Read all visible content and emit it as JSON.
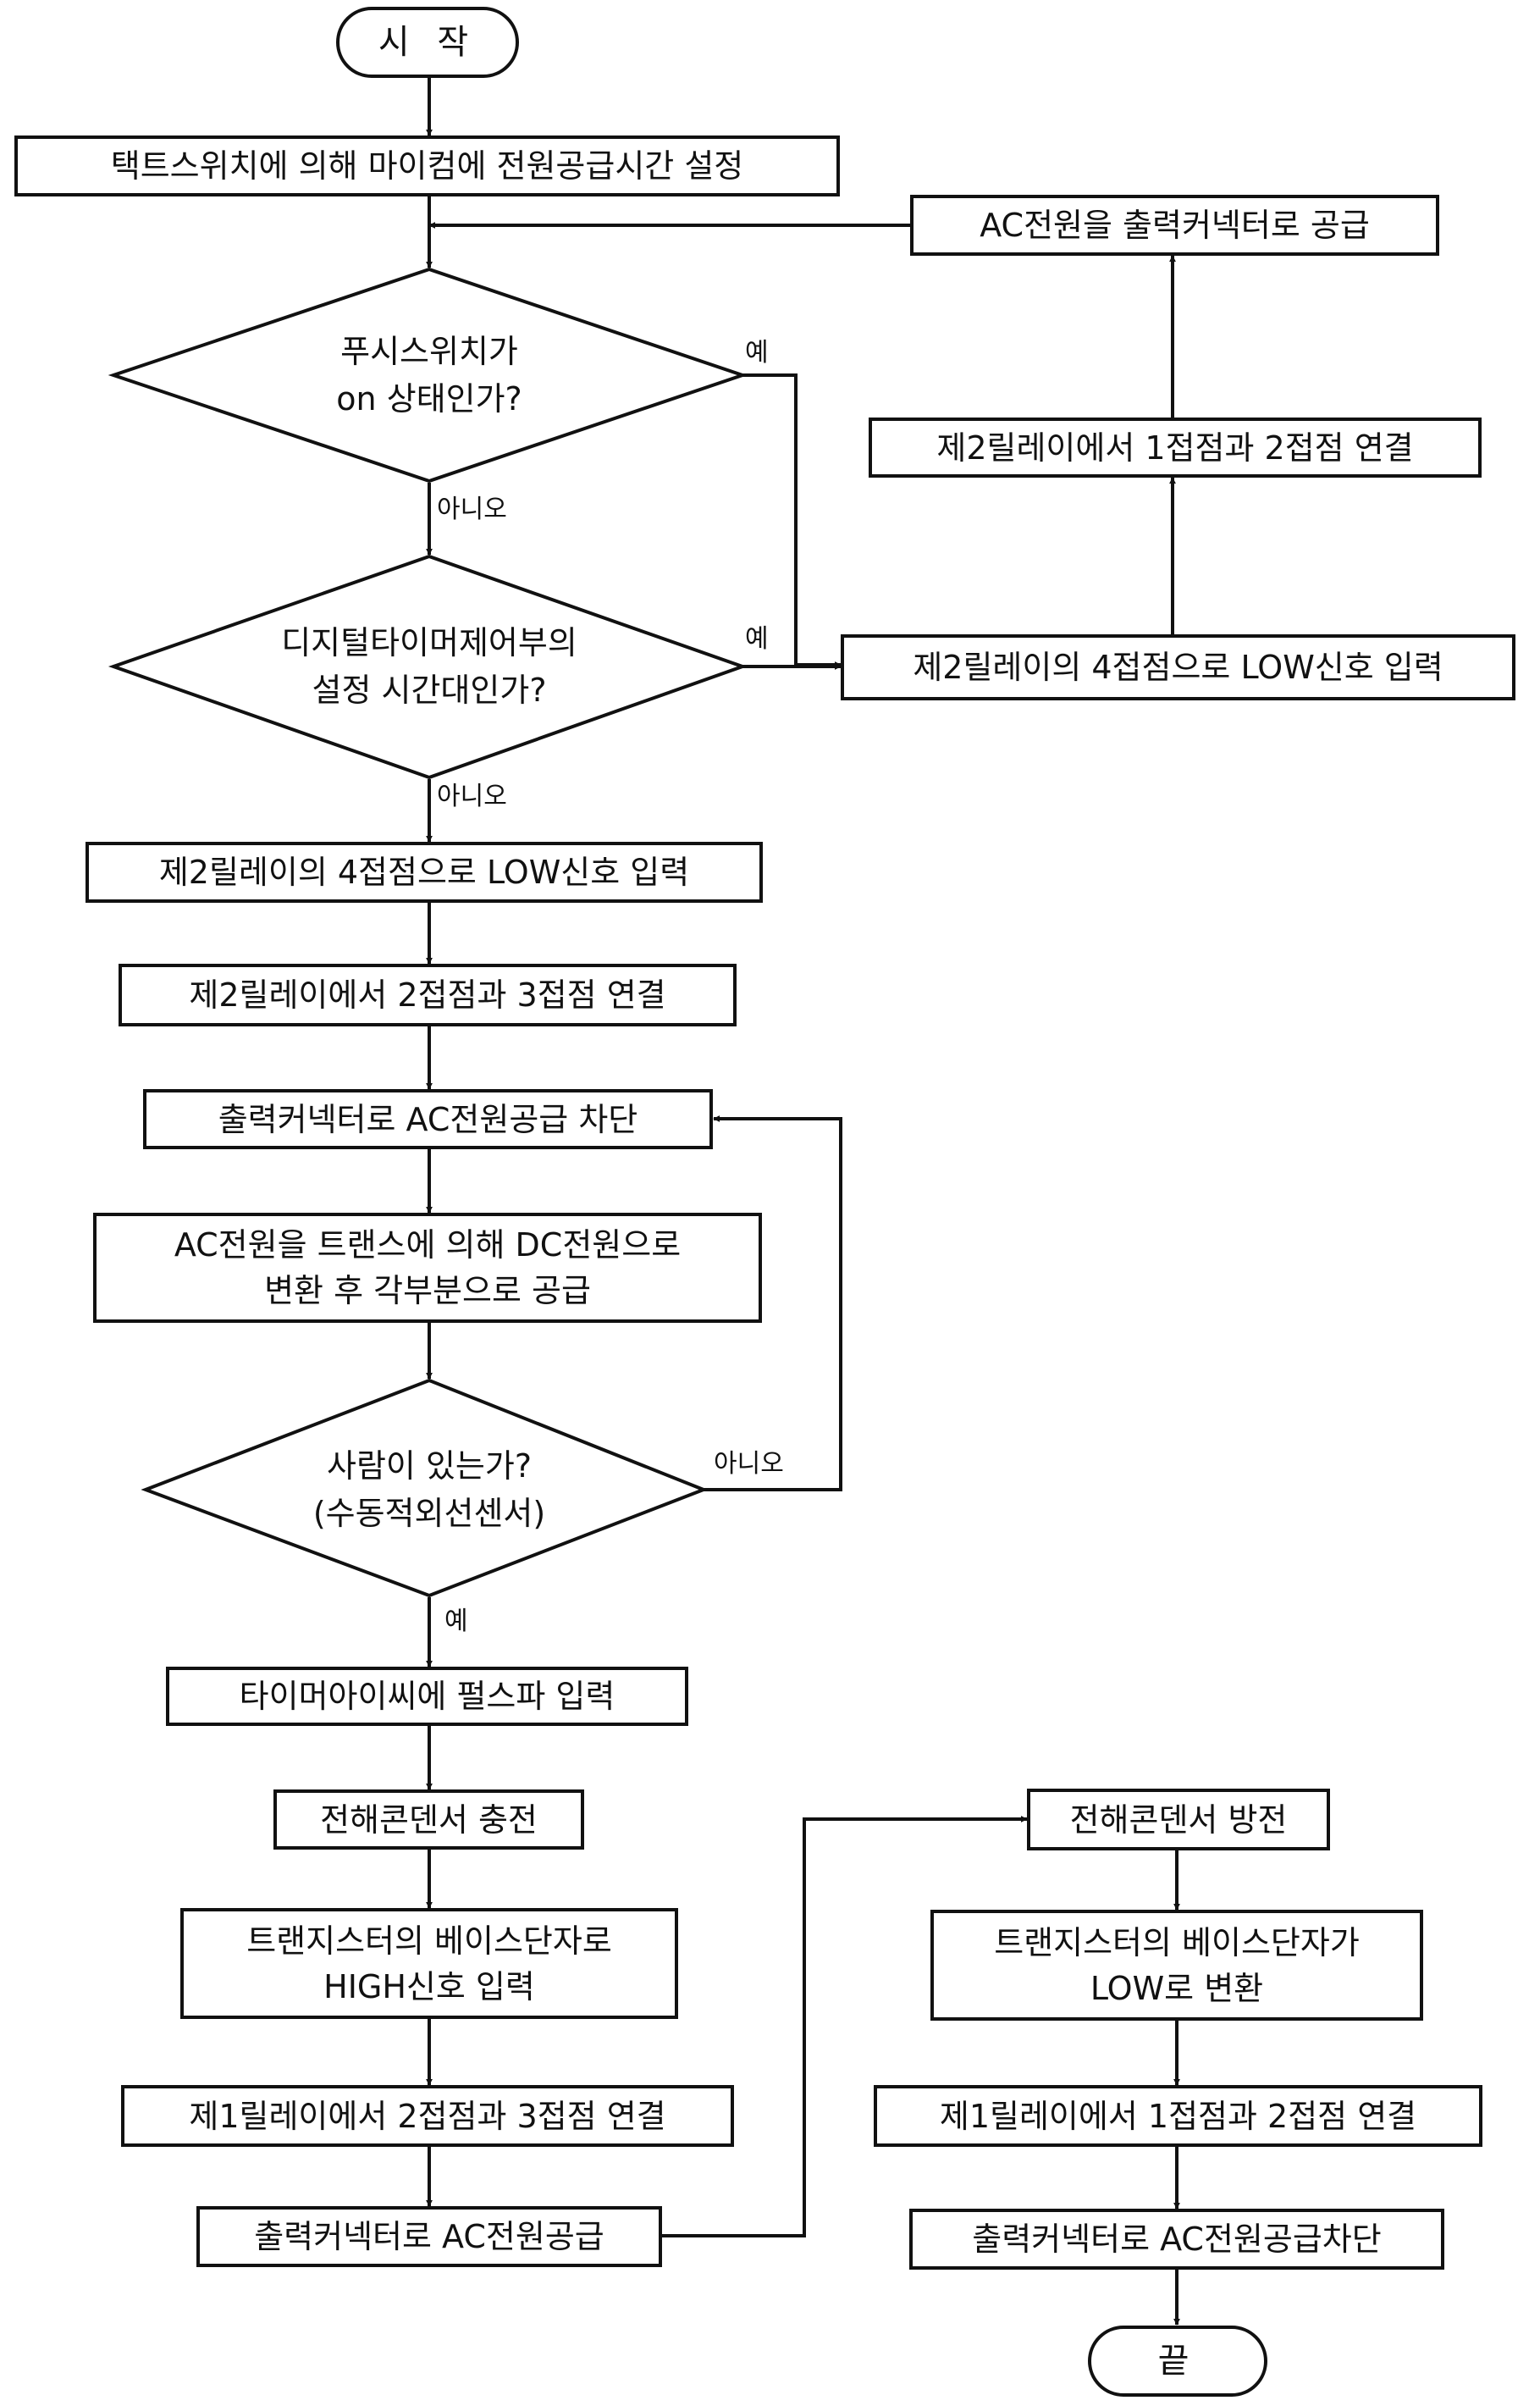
{
  "terminals": {
    "start": "시  작",
    "end": "끝"
  },
  "steps": {
    "set_time": "택트스위치에 의해 마이컴에 전원공급시간 설정",
    "ac_to_output": "AC전원을 출력커넥터로 공급",
    "relay2_connect_1_2": "제2릴레이에서 1접점과 2접점 연결",
    "relay2_low_right": "제2릴레이의 4접점으로 LOW신호 입력",
    "relay2_low_left": "제2릴레이의 4접점으로 LOW신호 입력",
    "relay2_connect_2_3": "제2릴레이에서 2접점과 3접점 연결",
    "cut_output": "출력커넥터로 AC전원공급 차단",
    "convert_dc": "AC전원을 트랜스에 의해 DC전원으로\n변환 후 각부분으로 공급",
    "pulse_timer": "타이머아이씨에 펄스파 입력",
    "charge_cap": "전해콘덴서 충전",
    "transistor_high": "트랜지스터의 베이스단자로\nHIGH신호 입력",
    "relay1_connect_2_3": "제1릴레이에서 2접점과 3접점 연결",
    "supply_output": "출력커넥터로 AC전원공급",
    "discharge_cap": "전해콘덴서 방전",
    "transistor_low": "트랜지스터의 베이스단자가\nLOW로 변환",
    "relay1_connect_1_2": "제1릴레이에서 1접점과 2접점 연결",
    "cut_output_final": "출력커넥터로 AC전원공급차단"
  },
  "decisions": {
    "push_switch": "푸시스위치가\non 상태인가?",
    "digital_timer": "디지털타이머제어부의\n설정 시간대인가?",
    "person_present": "사람이 있는가?\n(수동적외선센서)"
  },
  "labels": {
    "yes_push": "예",
    "no_push": "아니오",
    "yes_timer": "예",
    "no_timer": "아니오",
    "no_person": "아니오",
    "yes_person": "예"
  }
}
